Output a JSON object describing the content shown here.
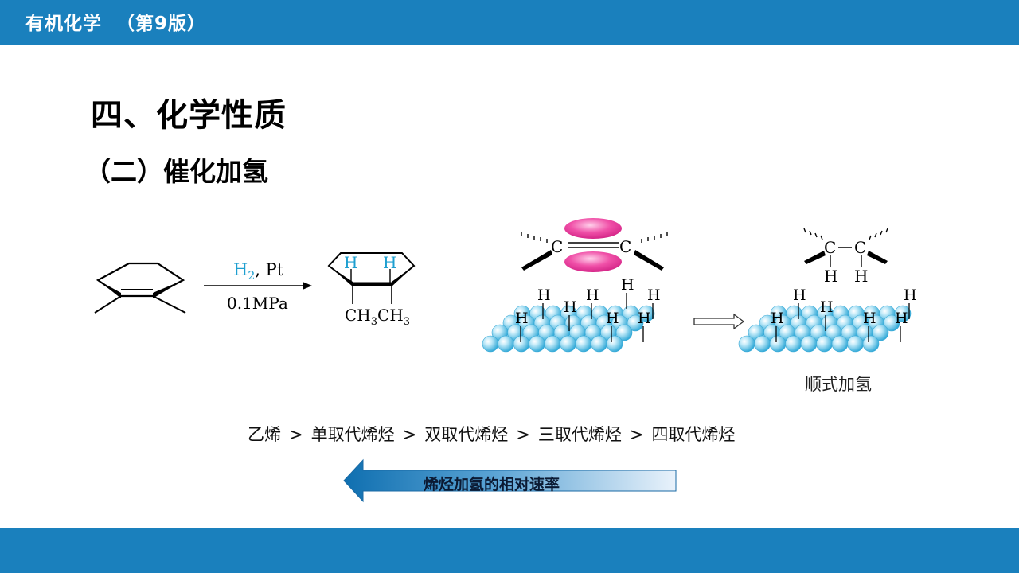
{
  "header": {
    "title": "有机化学  （第9版）"
  },
  "slide": {
    "section_title": "四、化学性质",
    "subsection_title": "（二）催化加氢"
  },
  "reaction": {
    "reagent_h": "H",
    "reagent_sub": "2",
    "reagent_rest": ", Pt",
    "condition": "0.1MPa",
    "product_h1": "H",
    "product_h2": "H",
    "product_sub1_a": "CH",
    "product_sub1_b": "3",
    "product_sub2_a": "CH",
    "product_sub2_b": "3"
  },
  "mechanism": {
    "carbon_label": "C",
    "hydrogen_label": "H",
    "caption": "顺式加氢"
  },
  "rate_order": {
    "items": [
      "乙烯",
      "单取代烯烃",
      "双取代烯烃",
      "三取代烯烃",
      "四取代烯烃"
    ],
    "separator": ">"
  },
  "rate_arrow": {
    "label": "烯烃加氢的相对速率"
  },
  "colors": {
    "bar_blue": "#1a80bd",
    "hydrogen_cyan": "#1e9fd0",
    "pi_orbital": "#e0338f",
    "sphere": "#58c3e6"
  }
}
